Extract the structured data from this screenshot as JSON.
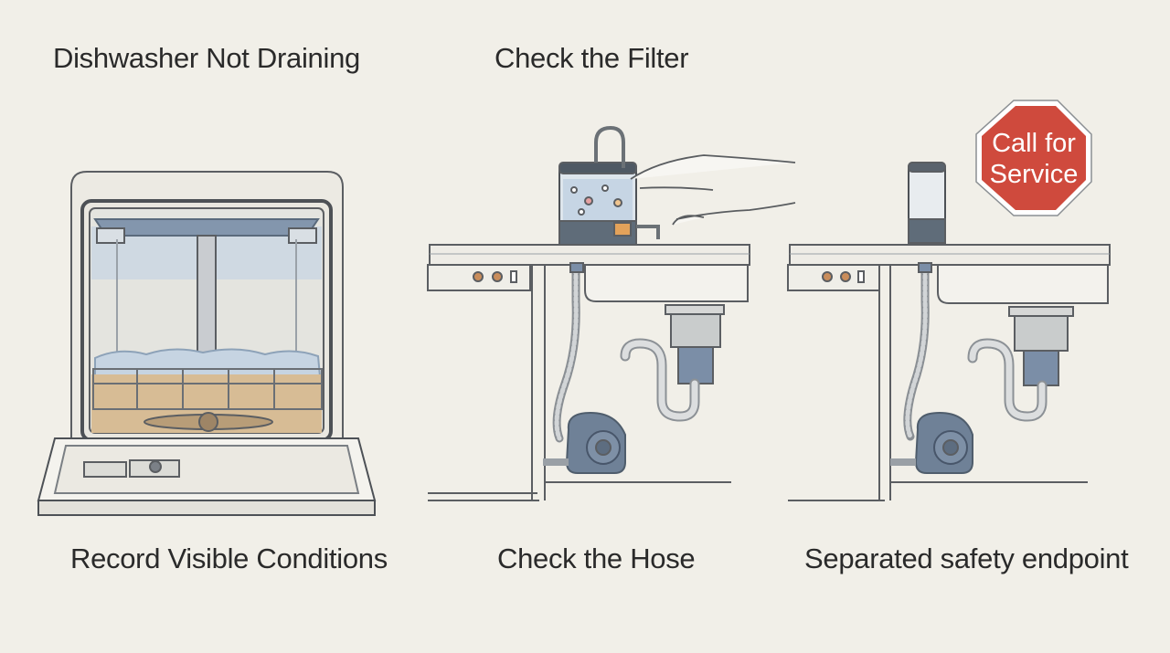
{
  "titles": {
    "dishwasher": "Dishwasher Not Draining",
    "filter": "Check the Filter"
  },
  "captions": {
    "record": "Record Visible Conditions",
    "hose": "Check the Hose",
    "safety": "Separated safety endpoint"
  },
  "stop_sign": {
    "line1": "Call for",
    "line2": "Service",
    "color": "#cf4a3d"
  },
  "colors": {
    "background": "#f1efe8",
    "outline": "#5b5e62",
    "steel_blue": "#7d8ea3",
    "water": "#9fb6cf",
    "dirty_water": "#c9a77a"
  }
}
